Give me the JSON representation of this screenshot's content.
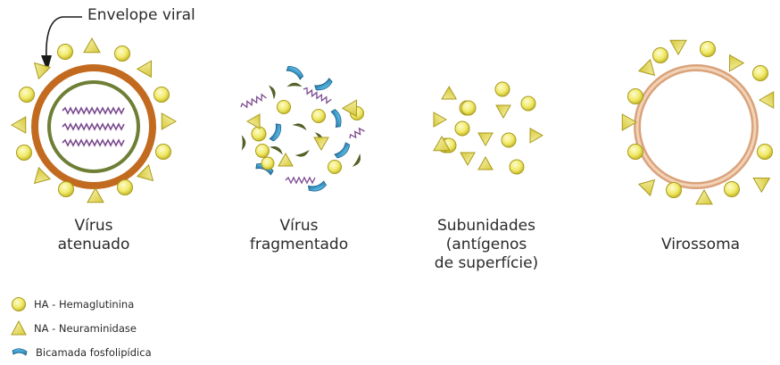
{
  "callout": {
    "text": "Envelope viral"
  },
  "particles": [
    {
      "line1": "Vírus",
      "line2": "atenuado",
      "line3": ""
    },
    {
      "line1": "Vírus",
      "line2": "fragmentado",
      "line3": ""
    },
    {
      "line1": "Subunidades",
      "line2": "(antígenos",
      "line3": "de superfície)"
    },
    {
      "line1": "Virossoma",
      "line2": "",
      "line3": ""
    }
  ],
  "legend": [
    {
      "label": "HA - Hemaglutinina",
      "icon": "ha-circle-icon"
    },
    {
      "label": "NA - Neuraminidase",
      "icon": "na-triangle-icon"
    },
    {
      "label": "Bicamada fosfolipídica",
      "icon": "phospholipid-bilayer-icon"
    }
  ],
  "colors": {
    "ha_fill": "#f1ea6a",
    "ha_stroke": "#a99a1c",
    "envelope": "#c26a1f",
    "inner_ring": "#6e7f35",
    "rna": "#7b4a8f",
    "bilayer": "#2f9fd4",
    "bilayer_dark": "#1e5f86",
    "virosome": "#e4b48e"
  }
}
